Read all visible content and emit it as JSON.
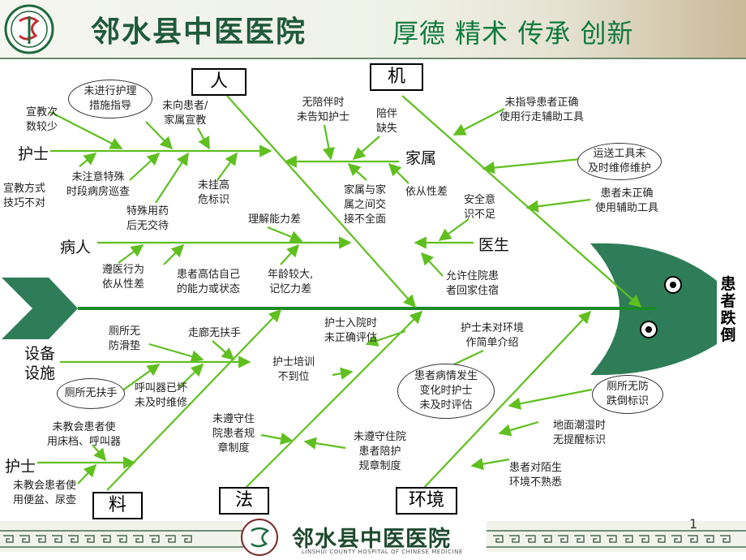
{
  "header": {
    "hospital_name": "邻水县中医医院",
    "motto": "厚德 精术 传承 创新"
  },
  "result": "患者跌倒",
  "categories": {
    "ren": "人",
    "ji": "机",
    "liao": "料",
    "fa": "法",
    "huanjing": "环境"
  },
  "subcategories": {
    "nurse_top": "护士",
    "patient": "病人",
    "family": "家属",
    "doctor": "医生",
    "equipment": "设备\n设施",
    "nurse_bottom": "护士"
  },
  "causes": {
    "edu_times_few": "宣教次\n数较少",
    "edu_method": "宣教方式\n技巧不对",
    "no_nursing_guidance": "未进行护理\n措施指导",
    "no_edu_family": "未向患者/\n家属宣教",
    "no_special_rounds": "未注意特殊\n时段病房巡查",
    "drug_no_handover": "特殊用药\n后无交待",
    "no_high_risk_mark": "未挂高\n危标识",
    "no_tell_nurse": "无陪伴时\n未告知护士",
    "no_companion": "陪伴\n缺失",
    "family_comm": "家属与家\n属之间交\n接不全面",
    "compliance_poor": "依从性差",
    "understanding_poor": "理解能力差",
    "poor_compliance_orders": "遵医行为\n依从性差",
    "overestimate": "患者高估自己\n的能力或状态",
    "old_memory": "年龄较大,\n记忆力差",
    "safety_awareness": "安全意\n识不足",
    "allow_home": "允许住院患\n者回家住宿",
    "no_guide_aid": "未指导患者正确\n使用行走辅助工具",
    "transport_tool": "运送工具未\n及时维修维护",
    "wrong_aid_use": "患者未正确\n使用辅助工具",
    "toilet_no_mat": "厕所无\n防滑垫",
    "corridor_no_rail": "走廊无扶手",
    "toilet_no_rail": "厕所无扶手",
    "call_bell_broken": "呼叫器已坏\n未及时维修",
    "teach_bedrail": "未教会患者使\n用床档、呼叫器",
    "teach_bedpan": "未教会患者使\n用便盆、尿壶",
    "no_admission_eval": "护士入院时\n未正确评估",
    "training_lacking": "护士培训\n不到位",
    "no_hospital_rules": "未遵守住\n院患者规\n章制度",
    "no_companion_rules": "未遵守住院\n患者陪护\n规章制度",
    "condition_change": "患者病情发生\n变化时护士\n未及时评估",
    "no_env_intro": "护士未对环境\n作简单介绍",
    "toilet_no_sign": "厕所无防\n跌倒标识",
    "wet_floor": "地面潮湿时\n无提醒标识",
    "unfamiliar_env": "患者对陌生\n环境不熟悉"
  },
  "footer": {
    "name": "邻水县中医医院",
    "english": "LINSHUI COUNTY HOSPITAL OF CHINESE MEDICINE"
  },
  "page_number": "1",
  "colors": {
    "arrow_green": "#5fbf1f",
    "spine_green": "#1a8a2a",
    "fish_head": "#2e7d58",
    "motto_green": "#0e7a3c",
    "tail": "#2e7d58"
  }
}
